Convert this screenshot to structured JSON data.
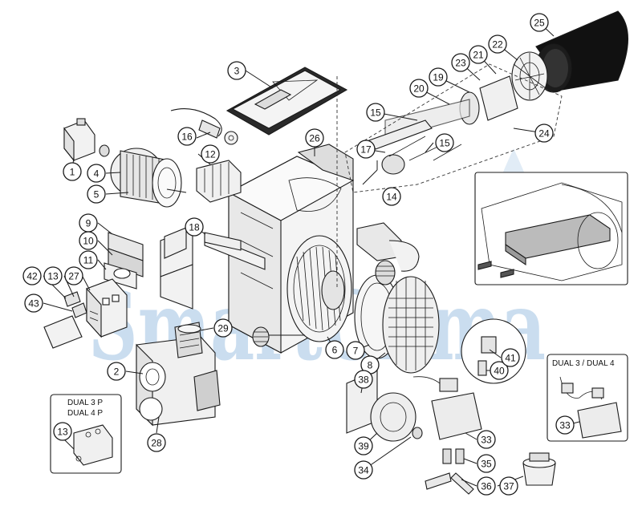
{
  "watermark": {
    "text": "SmartClima",
    "color": "#9fc2e3"
  },
  "callouts": [
    {
      "id": "c1",
      "label": "1"
    },
    {
      "id": "c2",
      "label": "2"
    },
    {
      "id": "c3",
      "label": "3"
    },
    {
      "id": "c4",
      "label": "4"
    },
    {
      "id": "c5",
      "label": "5"
    },
    {
      "id": "c6",
      "label": "6"
    },
    {
      "id": "c7",
      "label": "7"
    },
    {
      "id": "c8",
      "label": "8"
    },
    {
      "id": "c9",
      "label": "9"
    },
    {
      "id": "c10",
      "label": "10"
    },
    {
      "id": "c11",
      "label": "11"
    },
    {
      "id": "c12",
      "label": "12"
    },
    {
      "id": "c13",
      "label": "13"
    },
    {
      "id": "c13b",
      "label": "13"
    },
    {
      "id": "c14",
      "label": "14"
    },
    {
      "id": "c15",
      "label": "15"
    },
    {
      "id": "c15b",
      "label": "15"
    },
    {
      "id": "c16",
      "label": "16"
    },
    {
      "id": "c17",
      "label": "17"
    },
    {
      "id": "c18",
      "label": "18"
    },
    {
      "id": "c19",
      "label": "19"
    },
    {
      "id": "c20",
      "label": "20"
    },
    {
      "id": "c21",
      "label": "21"
    },
    {
      "id": "c22",
      "label": "22"
    },
    {
      "id": "c23",
      "label": "23"
    },
    {
      "id": "c24",
      "label": "24"
    },
    {
      "id": "c25",
      "label": "25"
    },
    {
      "id": "c26",
      "label": "26"
    },
    {
      "id": "c27",
      "label": "27"
    },
    {
      "id": "c28",
      "label": "28"
    },
    {
      "id": "c29",
      "label": "29"
    },
    {
      "id": "c33",
      "label": "33"
    },
    {
      "id": "c33b",
      "label": "33"
    },
    {
      "id": "c34",
      "label": "34"
    },
    {
      "id": "c35",
      "label": "35"
    },
    {
      "id": "c36",
      "label": "36"
    },
    {
      "id": "c37",
      "label": "37"
    },
    {
      "id": "c38",
      "label": "38"
    },
    {
      "id": "c39",
      "label": "39"
    },
    {
      "id": "c40",
      "label": "40"
    },
    {
      "id": "c41",
      "label": "41"
    },
    {
      "id": "c42",
      "label": "42"
    },
    {
      "id": "c43",
      "label": "43"
    }
  ],
  "boxes": {
    "dual_left": {
      "line1": "DUAL 3 P",
      "line2": "DUAL 4 P"
    },
    "dual_right": {
      "line1": "DUAL 3 / DUAL 4"
    }
  }
}
